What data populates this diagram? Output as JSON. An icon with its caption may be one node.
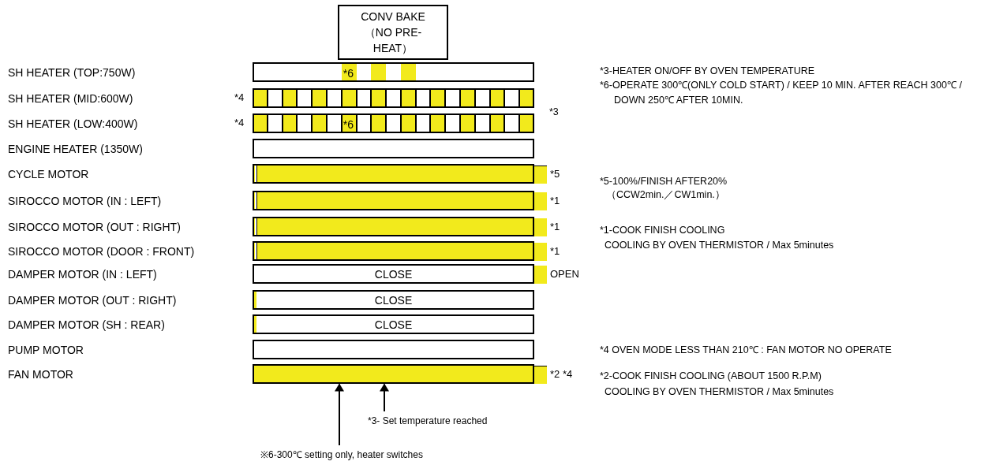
{
  "diagram": {
    "nodes": [
      {
        "text": [
          "CONV BAKE （NO PRE-HEAT）"
        ]
      },
      {
        "text": [
          "*6"
        ]
      },
      {
        "text": [],
        "shape": "bar",
        "beside": [
          "*4"
        ]
      },
      {
        "text": [
          "*6"
        ],
        "beside": [
          "*4"
        ]
      },
      {
        "text": [],
        "shape": "bar"
      },
      {
        "text": [],
        "shape": "bar",
        "beside": [
          "*5"
        ]
      },
      {
        "text": [],
        "shape": "bar",
        "beside": [
          "*1"
        ]
      },
      {
        "text": [],
        "shape": "bar",
        "beside": [
          "*1"
        ]
      },
      {
        "text": [],
        "shape": "bar",
        "beside": [
          "*1"
        ]
      },
      {
        "text": [
          "CLOSE"
        ],
        "beside": [
          "OPEN"
        ]
      },
      {
        "text": [
          "CLOSE"
        ]
      },
      {
        "text": [
          "CLOSE"
        ]
      },
      {
        "text": [],
        "shape": "bar"
      },
      {
        "text": [],
        "shape": "bar",
        "beside": [
          "*2 *4"
        ]
      },
      {
        "text": [
          "*3- Set temperature reached"
        ]
      },
      {
        "text": [
          "※6-300℃ setting only, heater switches"
        ]
      }
    ],
    "edges": [
      {
        "from": 14,
        "to": 13,
        "arrow": "to"
      },
      {
        "from": 15,
        "to": 13,
        "arrow": "to"
      }
    ],
    "labels": [
      "SH HEATER (TOP:750W)",
      "SH HEATER (MID:600W)",
      "SH HEATER (LOW:400W)",
      "ENGINE HEATER (1350W)",
      "CYCLE MOTOR",
      "SIROCCO MOTOR (IN : LEFT)",
      "SIROCCO MOTOR (OUT : RIGHT)",
      "SIROCCO MOTOR (DOOR : FRONT)",
      "DAMPER MOTOR (IN : LEFT)",
      "DAMPER MOTOR (OUT : RIGHT)",
      "DAMPER MOTOR (SH : REAR)",
      "PUMP MOTOR",
      "FAN MOTOR",
      "*3",
      "*3-HEATER ON/OFF BY OVEN TEMPERATURE",
      "*6-OPERATE 300℃(ONLY COLD START) / KEEP 10 MIN. AFTER REACH 300℃ / DOWN 250℃ AFTER 10MIN.",
      "*5-100%/FINISH AFTER20%",
      "（CCW2min.／CW1min.）",
      "*1-COOK FINISH COOLING",
      "COOLING BY OVEN THERMISTOR / Max 5minutes",
      "*4 OVEN MODE LESS THAN 210℃ : FAN MOTOR NO OPERATE",
      "*2-COOK FINISH COOLING (ABOUT 1500 R.P.M)",
      "COOLING BY OVEN THERMISTOR / Max 5minutes"
    ]
  }
}
